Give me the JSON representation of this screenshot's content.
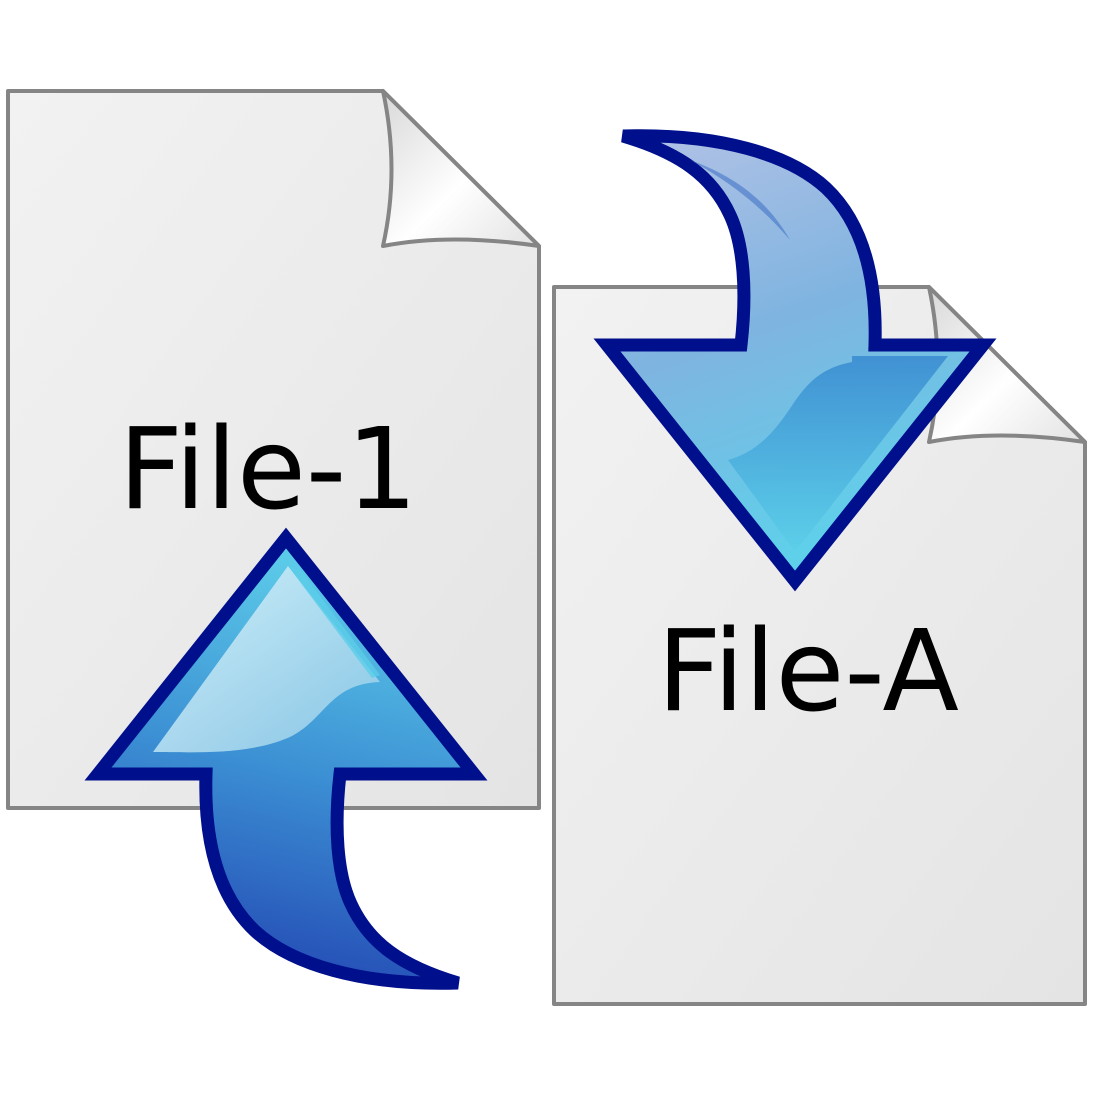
{
  "files": [
    {
      "id": "file-1",
      "label": "File-1"
    },
    {
      "id": "file-a",
      "label": "File-A"
    }
  ],
  "colors": {
    "page_fill": "#e9e9e9",
    "page_stroke": "#858585",
    "arrow_outline": "#000f8c",
    "arrow_light": "#5bcde8",
    "arrow_dark": "#2a5cc0",
    "label": "#000000"
  },
  "icons": {
    "left_page": "document-icon",
    "right_page": "document-icon",
    "up_arrow": "curved-arrow-up-icon",
    "down_arrow": "curved-arrow-down-icon"
  }
}
